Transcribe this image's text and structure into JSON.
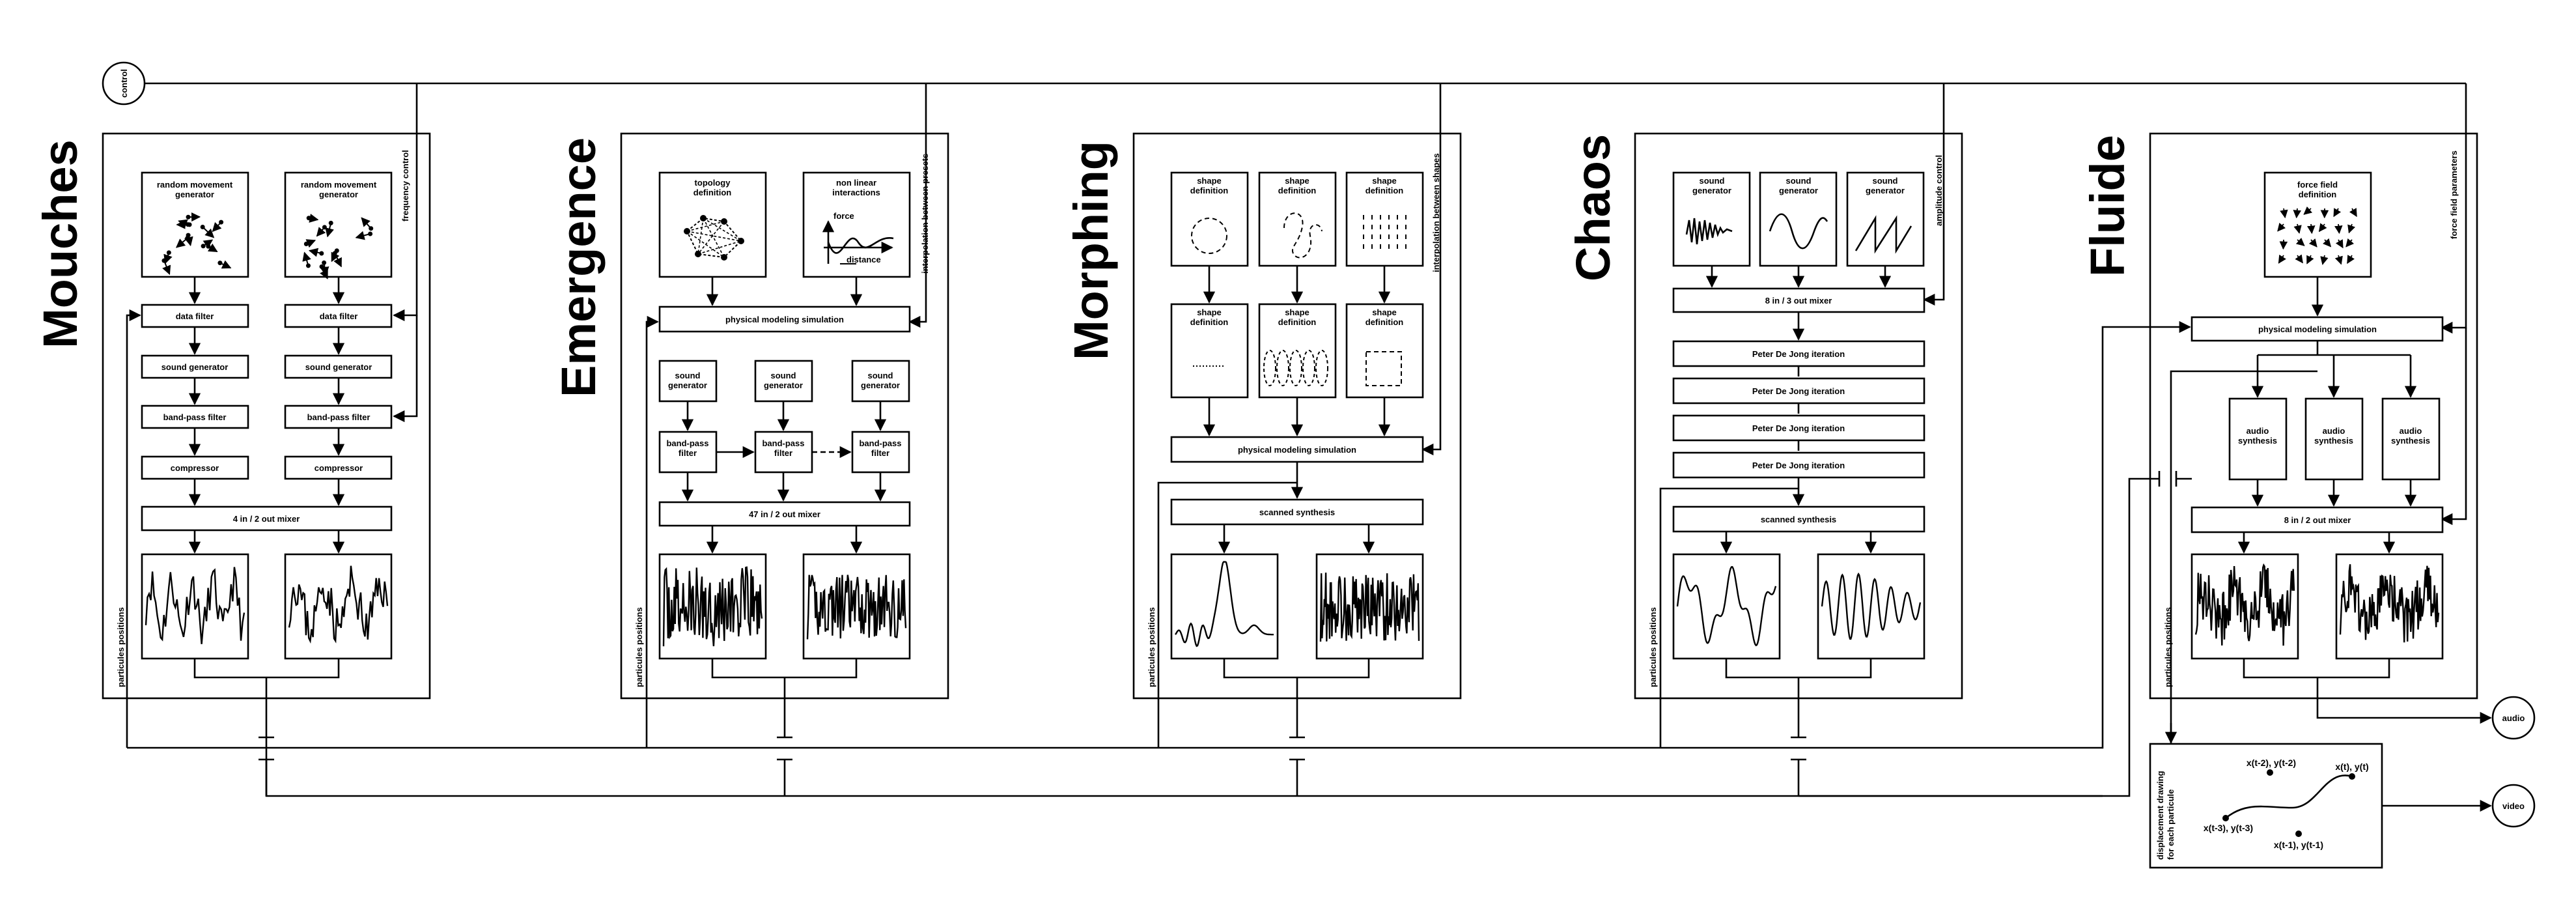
{
  "control": {
    "label": "control"
  },
  "outputs": {
    "audio": "audio",
    "video": "video"
  },
  "panels": {
    "mouches": {
      "title": "Mouches",
      "side_label": "frequency control",
      "positions_label": "particules positions",
      "generators": [
        "random movement generator",
        "random movement generator"
      ],
      "chain": [
        "data filter",
        "sound generator",
        "band-pass filter",
        "compressor"
      ],
      "mixer": "4 in / 2 out mixer"
    },
    "emergence": {
      "title": "Emergence",
      "side_label": "interpolation between presets",
      "positions_label": "particules positions",
      "topology": "topology definition",
      "interactions": "non linear interactions",
      "force": "force",
      "distance": "distance",
      "sim": "physical modeling simulation",
      "sound_gen": "sound generator",
      "bandpass": "band-pass filter",
      "mixer": "47 in / 2 out mixer"
    },
    "morphing": {
      "title": "Morphing",
      "side_label": "interpolation between shapes",
      "positions_label": "particules positions",
      "shape": "shape definition",
      "sim": "physical modeling simulation",
      "synth": "scanned synthesis"
    },
    "chaos": {
      "title": "Chaos",
      "side_label": "amplitude control",
      "positions_label": "particules positions",
      "sound_gen": "sound generator",
      "mixer": "8 in / 3 out mixer",
      "iteration": "Peter De Jong iteration",
      "synth": "scanned synthesis"
    },
    "fluide": {
      "title": "Fluide",
      "side_label": "force field parameters",
      "positions_label": "particules positions",
      "force_field": "force field definition",
      "sim": "physical modeling simulation",
      "audio_synth": "audio synthesis",
      "mixer": "8 in / 2 out mixer"
    }
  },
  "drawing": {
    "label": "displacement drawing for each particule",
    "points": [
      "x(t-2), y(t-2)",
      "x(t), y(t)",
      "x(t-3), y(t-3)",
      "x(t-1), y(t-1)"
    ]
  }
}
